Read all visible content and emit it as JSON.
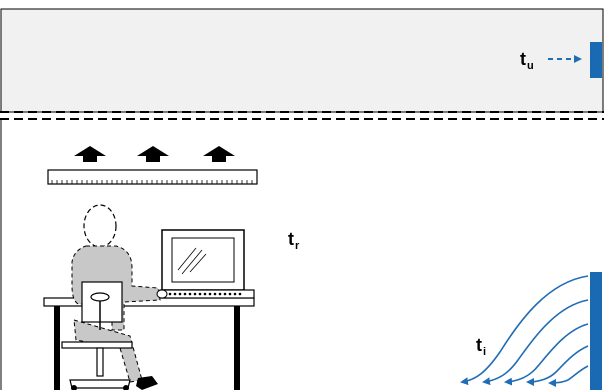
{
  "labels": {
    "upper": {
      "base": "t",
      "sub": "u"
    },
    "room": {
      "base": "t",
      "sub": "r"
    },
    "inlet": {
      "base": "t",
      "sub": "i"
    }
  },
  "colors": {
    "ceiling_zone": "#f1f1f1",
    "outline": "#000000",
    "airflow": "#1f6db5",
    "person_fill": "#c8c8c8",
    "radiator": "#1a69b3"
  },
  "icons": {
    "warm_air_arrows": "up-arrow-icon",
    "flow_arrows": "left-arrow-icon"
  }
}
